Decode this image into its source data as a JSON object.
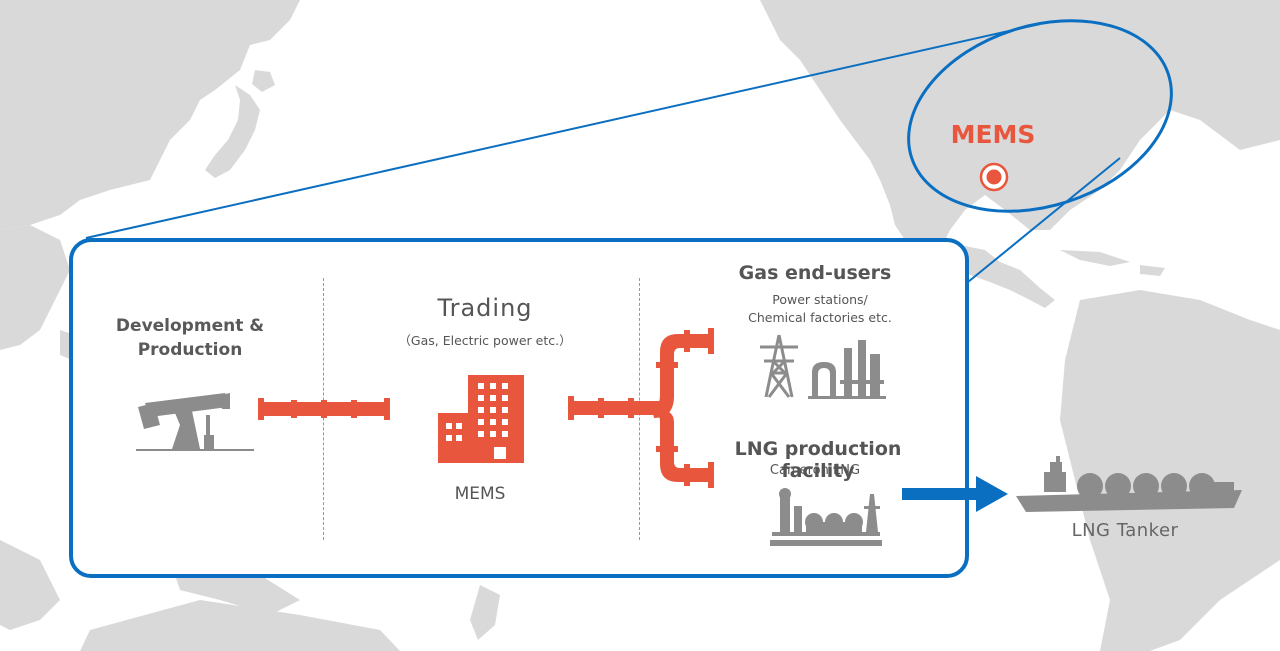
{
  "map": {
    "location_label": "MEMS",
    "accent_color": "#e8563d",
    "line_color": "#0b6fc1",
    "land_color": "#d9d9d9"
  },
  "flow": {
    "development": {
      "label": "Development & Production",
      "icon": "oil-pump-jack-icon"
    },
    "trading": {
      "title": "Trading",
      "subtitle": "（Gas, Electric power etc.）",
      "company": "MEMS",
      "icon": "office-building-icon"
    },
    "gas_end_users": {
      "title": "Gas end-users",
      "subtitle_line1": "Power stations/",
      "subtitle_line2": "Chemical factories etc.",
      "icons": [
        "power-tower-icon",
        "chemical-factory-icon"
      ]
    },
    "lng_facility": {
      "title": "LNG production facility",
      "subtitle": "Cameron LNG",
      "icon": "lng-plant-icon"
    },
    "tanker": {
      "label": "LNG Tanker",
      "icon": "lng-tanker-icon"
    },
    "pipe_color": "#e8563d",
    "icon_color": "#8c8c8c"
  }
}
